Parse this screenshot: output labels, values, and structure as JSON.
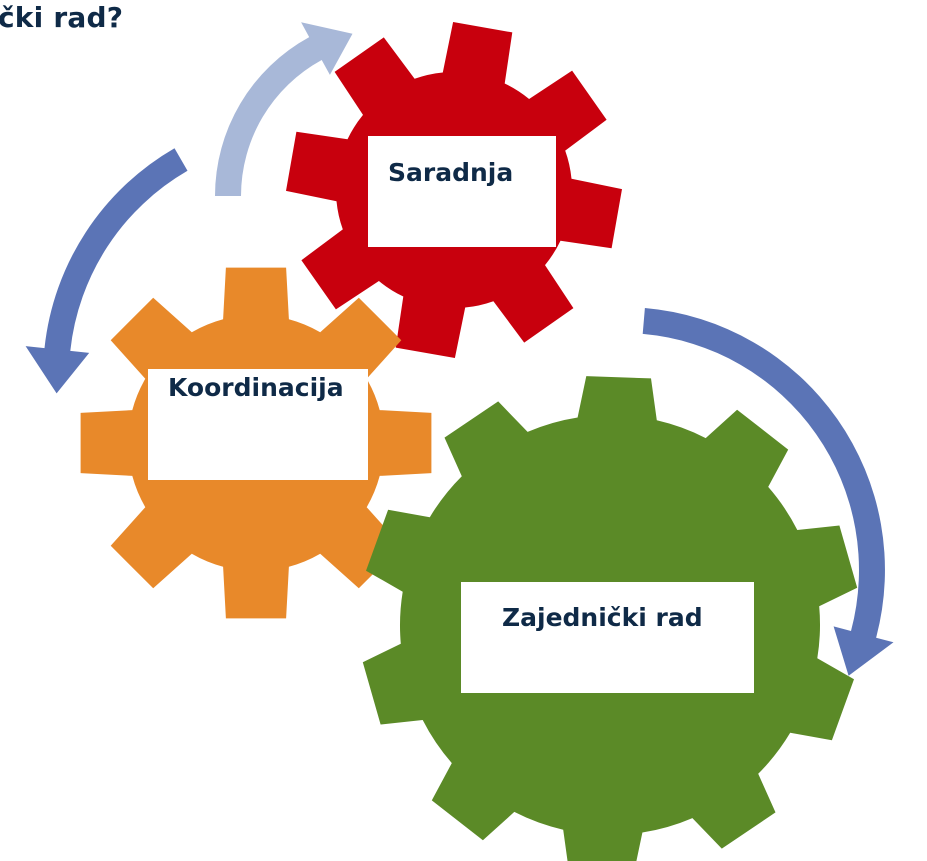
{
  "title": "čki rad?",
  "gears": [
    {
      "id": "saradnja",
      "label": "Saradnja",
      "color": "#c8000d"
    },
    {
      "id": "koordinacija",
      "label": "Koordinacija",
      "color": "#e8892a"
    },
    {
      "id": "zajednicki-rad",
      "label": "Zajednički rad",
      "color": "#5b8a27"
    }
  ],
  "arrows": [
    {
      "id": "top",
      "color": "#a8b8d8"
    },
    {
      "id": "left",
      "color": "#5b74b6"
    },
    {
      "id": "right",
      "color": "#5b74b6"
    }
  ]
}
